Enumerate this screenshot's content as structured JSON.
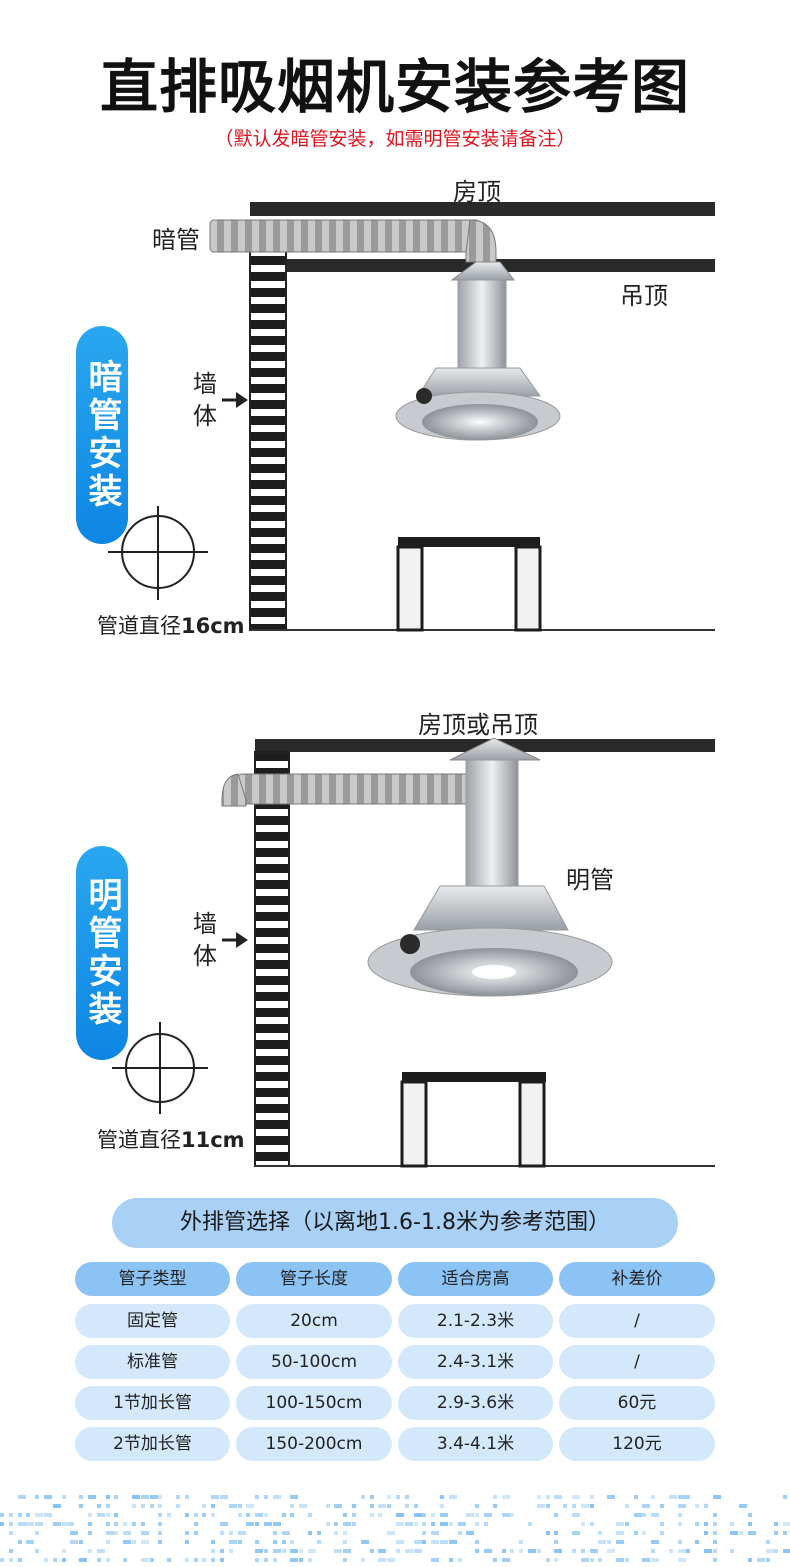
{
  "title": "直排吸烟机安装参考图",
  "subtitle": "（默认发暗管安装，如需明管安装请备注）",
  "diagram_top": {
    "badge": "暗管安装",
    "roof_label": "房顶",
    "ceiling_label": "吊顶",
    "pipe_label": "暗管",
    "wall_label": "墙体",
    "diameter_prefix": "管道直径",
    "diameter_value": "16cm"
  },
  "diagram_bottom": {
    "badge": "明管安装",
    "roof_label": "房顶或吊顶",
    "pipe_label": "明管",
    "wall_label": "墙体",
    "diameter_prefix": "管道直径",
    "diameter_value": "11cm"
  },
  "table": {
    "title": "外排管选择（以离地1.6-1.8米为参考范围）",
    "headers": [
      "管子类型",
      "管子长度",
      "适合房高",
      "补差价"
    ],
    "rows": [
      [
        "固定管",
        "20cm",
        "2.1-2.3米",
        "/"
      ],
      [
        "标准管",
        "50-100cm",
        "2.4-3.1米",
        "/"
      ],
      [
        "1节加长管",
        "100-150cm",
        "2.9-3.6米",
        "60元"
      ],
      [
        "2节加长管",
        "150-200cm",
        "3.4-4.1米",
        "120元"
      ]
    ]
  },
  "colors": {
    "accent_blue": "#0d86e3",
    "subtitle_red": "#e0141e",
    "table_header": "#8cc3f5",
    "table_body": "#d4e8fb"
  }
}
